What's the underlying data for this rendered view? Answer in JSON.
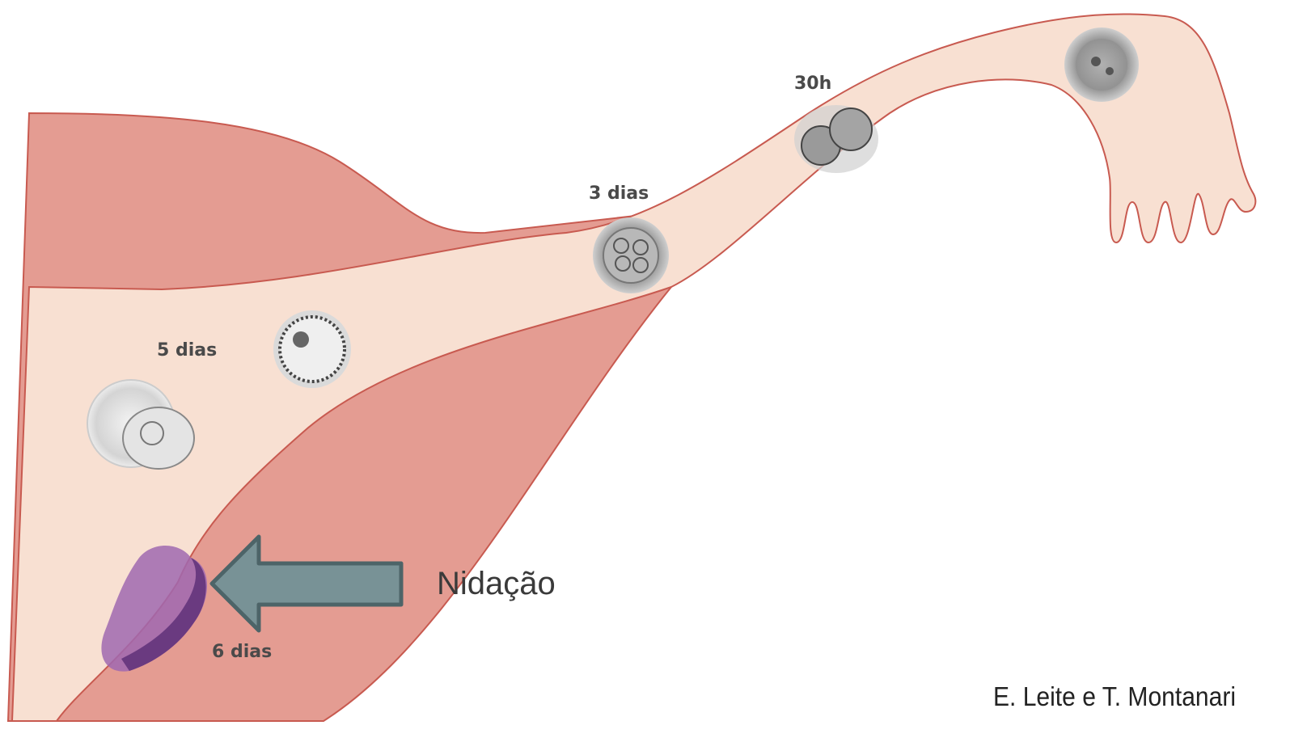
{
  "labels": {
    "hours_30": "30h",
    "days_3": "3 dias",
    "days_5": "5 dias",
    "days_6": "6 dias",
    "nidation": "Nidação"
  },
  "credit": "E. Leite e T. Montanari",
  "colors": {
    "uterus_wall": "#e49c92",
    "wall_outline": "#c85a50",
    "lumen": "#f8e0d2",
    "arrow_fill": "#789296",
    "arrow_stroke": "#4d6468",
    "implanted_embryo": "#a068b0",
    "cell_gray": "#7a7a7a"
  }
}
